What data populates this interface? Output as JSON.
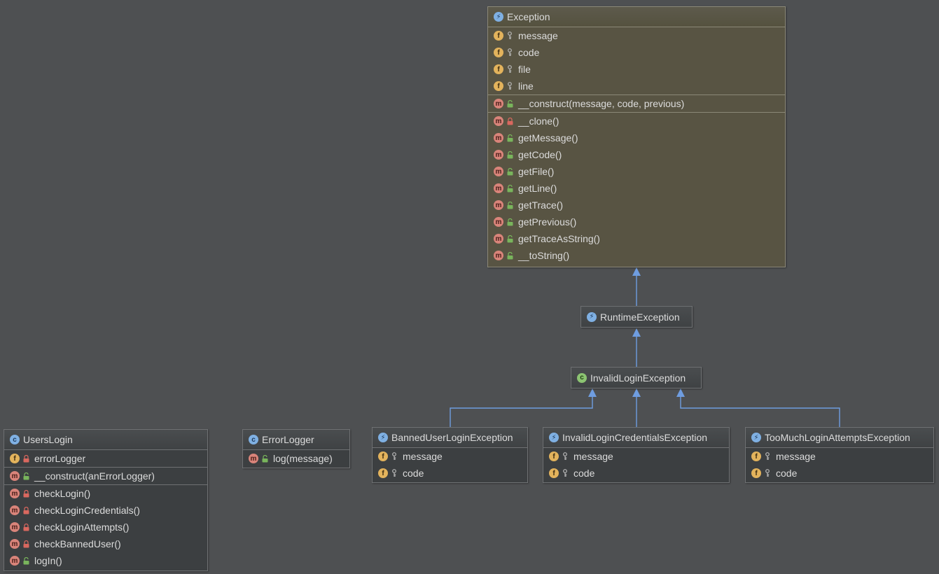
{
  "colors": {
    "background": "#4e5052",
    "node_fill": "#3c3f41",
    "highlight_fill": "#585443",
    "edge": "#6f9de0",
    "field_icon": "#e3b35c",
    "method_icon": "#d9847a",
    "class_icon": "#7fb0e3"
  },
  "nodes": {
    "exception": {
      "title": "Exception",
      "icon": "exception-class-icon",
      "fields": [
        {
          "name": "message",
          "access": "protected"
        },
        {
          "name": "code",
          "access": "protected"
        },
        {
          "name": "file",
          "access": "protected"
        },
        {
          "name": "line",
          "access": "protected"
        }
      ],
      "constructors": [
        {
          "name": "__construct(message, code, previous)",
          "access": "public"
        }
      ],
      "methods": [
        {
          "name": "__clone()",
          "access": "private"
        },
        {
          "name": "getMessage()",
          "access": "public"
        },
        {
          "name": "getCode()",
          "access": "public"
        },
        {
          "name": "getFile()",
          "access": "public"
        },
        {
          "name": "getLine()",
          "access": "public"
        },
        {
          "name": "getTrace()",
          "access": "public"
        },
        {
          "name": "getPrevious()",
          "access": "public"
        },
        {
          "name": "getTraceAsString()",
          "access": "public"
        },
        {
          "name": "__toString()",
          "access": "public"
        }
      ]
    },
    "runtime": {
      "title": "RuntimeException",
      "icon": "exception-class-icon"
    },
    "invalid_login": {
      "title": "InvalidLoginException",
      "icon": "class-icon"
    },
    "banned": {
      "title": "BannedUserLoginException",
      "icon": "exception-class-icon",
      "fields": [
        {
          "name": "message",
          "access": "protected"
        },
        {
          "name": "code",
          "access": "protected"
        }
      ]
    },
    "credentials": {
      "title": "InvalidLoginCredentialsException",
      "icon": "exception-class-icon",
      "fields": [
        {
          "name": "message",
          "access": "protected"
        },
        {
          "name": "code",
          "access": "protected"
        }
      ]
    },
    "attempts": {
      "title": "TooMuchLoginAttemptsException",
      "icon": "exception-class-icon",
      "fields": [
        {
          "name": "message",
          "access": "protected"
        },
        {
          "name": "code",
          "access": "protected"
        }
      ]
    },
    "users_login": {
      "title": "UsersLogin",
      "icon": "class-icon",
      "fields": [
        {
          "name": "errorLogger",
          "access": "private"
        }
      ],
      "constructors": [
        {
          "name": "__construct(anErrorLogger)",
          "access": "public"
        }
      ],
      "methods": [
        {
          "name": "checkLogin()",
          "access": "private"
        },
        {
          "name": "checkLoginCredentials()",
          "access": "private"
        },
        {
          "name": "checkLoginAttempts()",
          "access": "private"
        },
        {
          "name": "checkBannedUser()",
          "access": "private"
        },
        {
          "name": "logIn()",
          "access": "public"
        }
      ]
    },
    "error_logger": {
      "title": "ErrorLogger",
      "icon": "class-icon",
      "methods": [
        {
          "name": "log(message)",
          "access": "public"
        }
      ]
    }
  },
  "edges": [
    {
      "from": "RuntimeException",
      "to": "Exception",
      "type": "extends"
    },
    {
      "from": "InvalidLoginException",
      "to": "RuntimeException",
      "type": "extends"
    },
    {
      "from": "BannedUserLoginException",
      "to": "InvalidLoginException",
      "type": "extends"
    },
    {
      "from": "InvalidLoginCredentialsException",
      "to": "InvalidLoginException",
      "type": "extends"
    },
    {
      "from": "TooMuchLoginAttemptsException",
      "to": "InvalidLoginException",
      "type": "extends"
    }
  ]
}
